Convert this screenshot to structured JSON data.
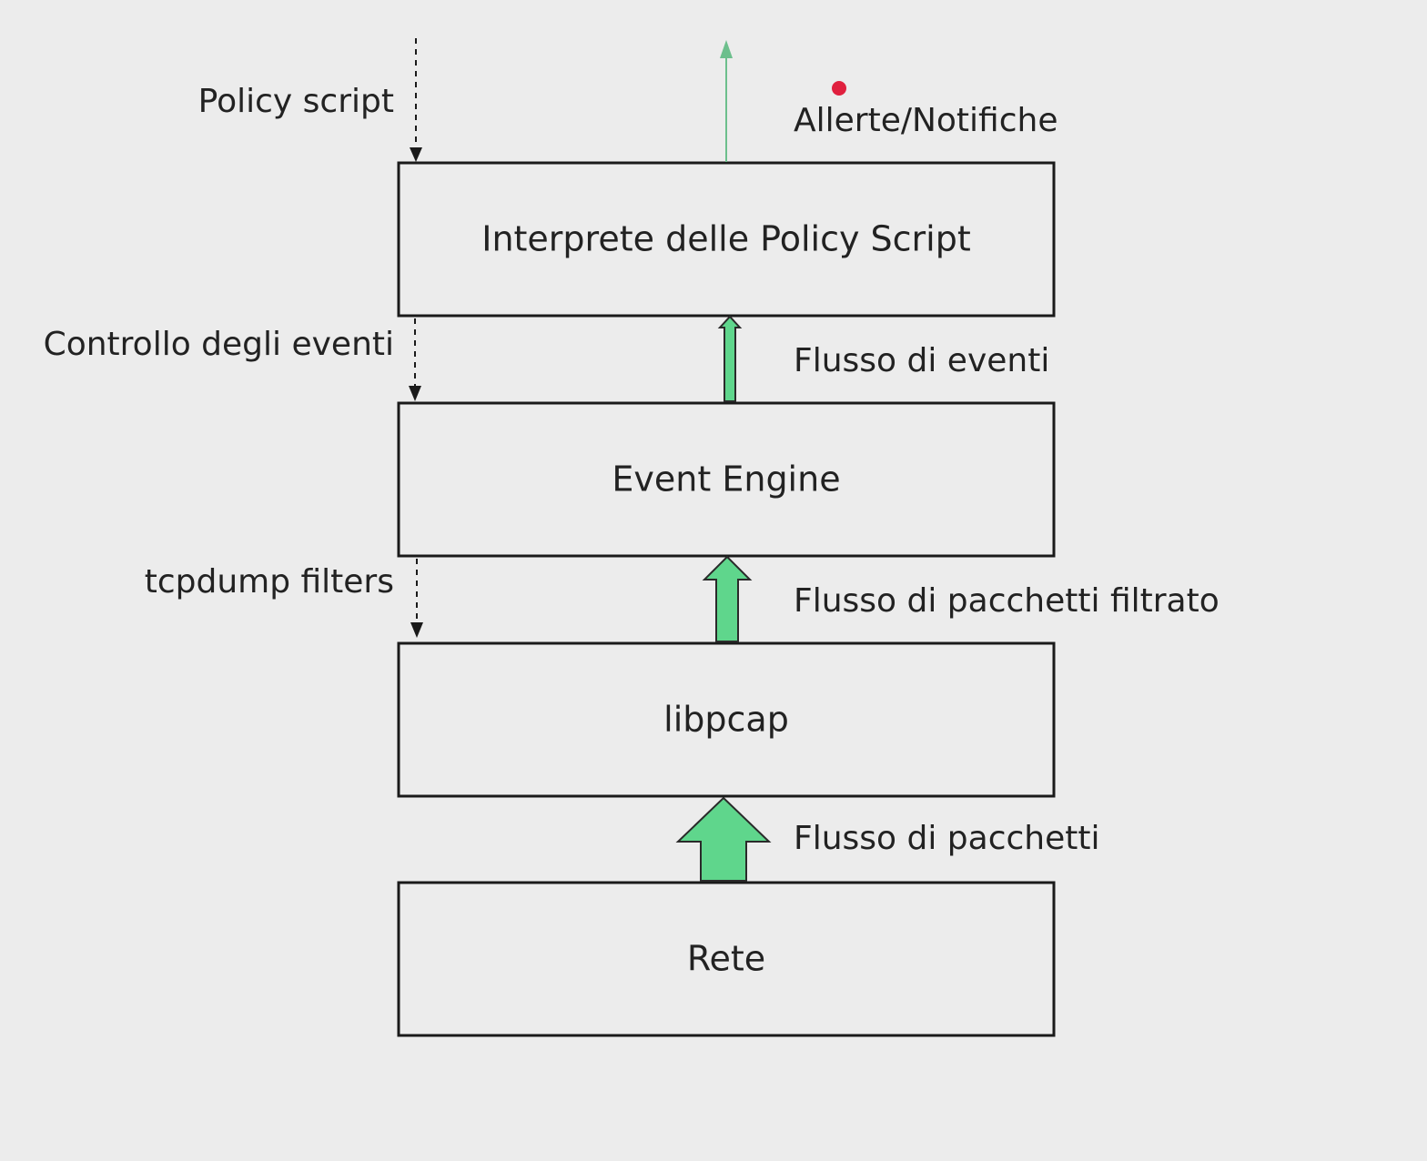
{
  "boxes": {
    "interprete": "Interprete delle Policy Script",
    "event_engine": "Event Engine",
    "libpcap": "libpcap",
    "rete": "Rete"
  },
  "left_labels": {
    "policy_script": "Policy script",
    "controllo_eventi": "Controllo degli eventi",
    "tcpdump_filters": "tcpdump filters"
  },
  "right_labels": {
    "allerte": "Allerte/Notifiche",
    "flusso_eventi": "Flusso di eventi",
    "flusso_filtrato": "Flusso di pacchetti filtrato",
    "flusso_pacchetti": "Flusso di pacchetti"
  },
  "colors": {
    "background": "#ececec",
    "arrow_green": "#5fd68c",
    "alert_arrow": "#6cbf8c",
    "red_dot": "#e0203e"
  }
}
